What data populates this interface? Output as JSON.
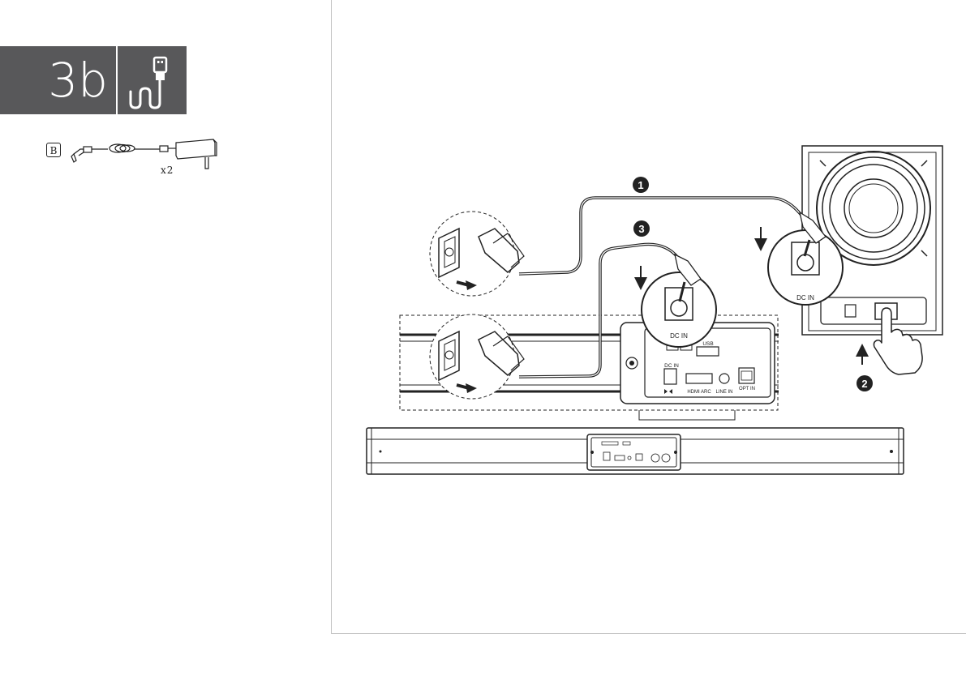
{
  "step": {
    "number": "3b",
    "icon": "power-cable-icon"
  },
  "accessory": {
    "label": "B",
    "item": "power-adapter-icon",
    "quantity": "x2"
  },
  "callouts": {
    "one": "1",
    "two": "2",
    "three": "3"
  },
  "subwoofer": {
    "port_label": "DC IN"
  },
  "soundbar": {
    "port_label": "DC IN",
    "panel_labels": {
      "usb": "USB",
      "dc_in": "DC IN",
      "hdmi_arc": "HDMI ARC",
      "line_in": "LINE IN",
      "opt_in": "OPT IN"
    }
  },
  "colors": {
    "banner": "#58585a",
    "line": "#222222"
  }
}
